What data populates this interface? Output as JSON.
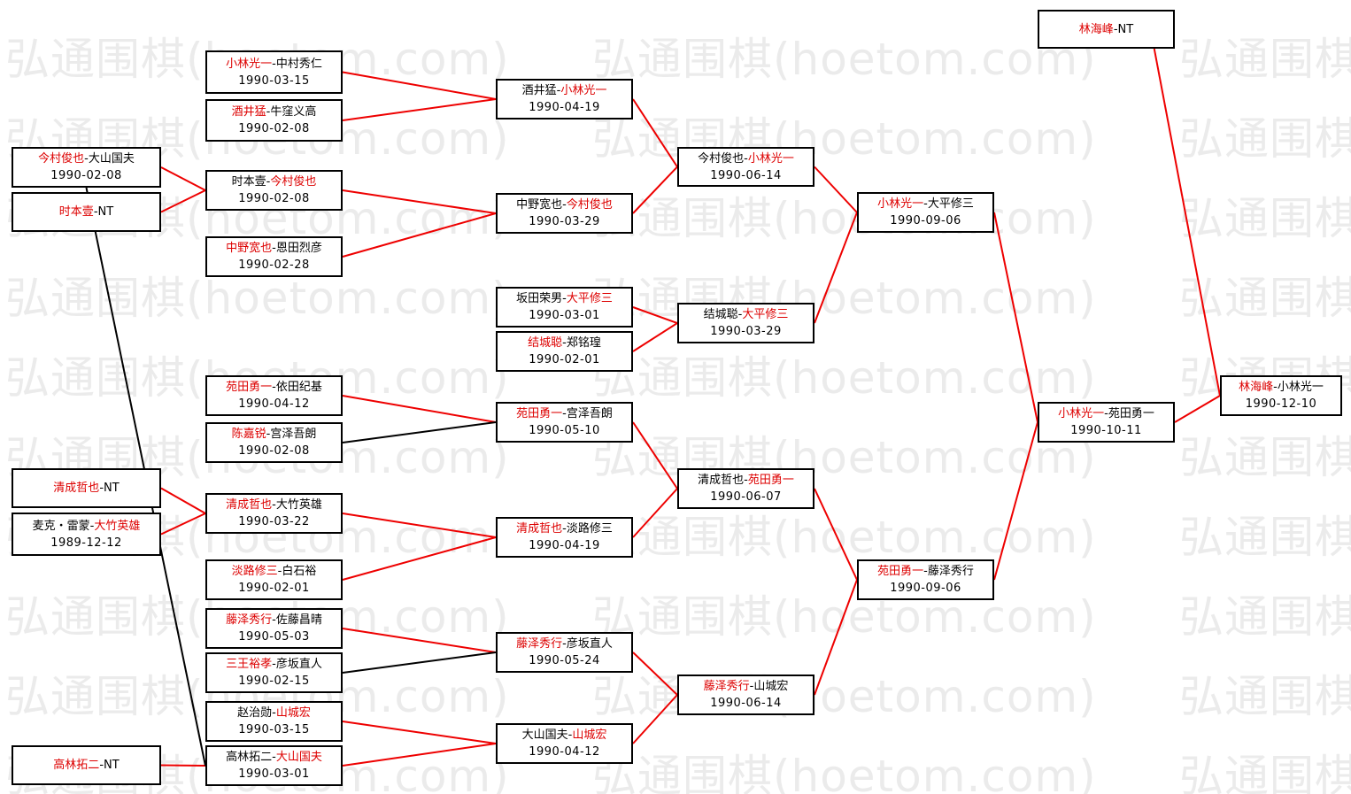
{
  "watermark": {
    "text": "弘通围棋(hoetom.com)"
  },
  "separator": "-",
  "colors": {
    "winner_text": "#dd0000",
    "winner_line": "#ee0000",
    "loser_line": "#000000",
    "box_border": "#000000",
    "text": "#000000",
    "watermark": "#ebebeb",
    "background": "#ffffff"
  },
  "matches": {
    "b1": {
      "p1": "今村俊也",
      "p2": "大山国夫",
      "date": "1990-02-08",
      "p1_color": "red",
      "p2_color": "black"
    },
    "b2": {
      "p1": "时本壹",
      "p2": "NT",
      "p1_color": "red",
      "p2_color": "black"
    },
    "b3": {
      "p1": "清成哲也",
      "p2": "NT",
      "p1_color": "red",
      "p2_color": "black"
    },
    "b4": {
      "p1": "麦克・雷蒙",
      "p2": "大竹英雄",
      "date": "1989-12-12",
      "p1_color": "black",
      "p2_color": "red"
    },
    "b5": {
      "p1": "高林拓二",
      "p2": "NT",
      "p1_color": "red",
      "p2_color": "black"
    },
    "c1": {
      "p1": "小林光一",
      "p2": "中村秀仁",
      "date": "1990-03-15",
      "p1_color": "red",
      "p2_color": "black"
    },
    "c2": {
      "p1": "酒井猛",
      "p2": "牛窪义高",
      "date": "1990-02-08",
      "p1_color": "red",
      "p2_color": "black"
    },
    "c3": {
      "p1": "时本壹",
      "p2": "今村俊也",
      "date": "1990-02-08",
      "p1_color": "black",
      "p2_color": "red"
    },
    "c4": {
      "p1": "中野宽也",
      "p2": "恩田烈彦",
      "date": "1990-02-28",
      "p1_color": "red",
      "p2_color": "black"
    },
    "c5": {
      "p1": "苑田勇一",
      "p2": "依田纪基",
      "date": "1990-04-12",
      "p1_color": "red",
      "p2_color": "black"
    },
    "c6": {
      "p1": "陈嘉锐",
      "p2": "宫泽吾朗",
      "date": "1990-02-08",
      "p1_color": "red",
      "p2_color": "black"
    },
    "c7": {
      "p1": "清成哲也",
      "p2": "大竹英雄",
      "date": "1990-03-22",
      "p1_color": "red",
      "p2_color": "black"
    },
    "c8": {
      "p1": "淡路修三",
      "p2": "白石裕",
      "date": "1990-02-01",
      "p1_color": "red",
      "p2_color": "black"
    },
    "c9": {
      "p1": "藤泽秀行",
      "p2": "佐藤昌晴",
      "date": "1990-05-03",
      "p1_color": "red",
      "p2_color": "black"
    },
    "c10": {
      "p1": "三王裕孝",
      "p2": "彦坂直人",
      "date": "1990-02-15",
      "p1_color": "red",
      "p2_color": "black"
    },
    "c11": {
      "p1": "赵治勋",
      "p2": "山城宏",
      "date": "1990-03-15",
      "p1_color": "black",
      "p2_color": "red"
    },
    "c12": {
      "p1": "高林拓二",
      "p2": "大山国夫",
      "date": "1990-03-01",
      "p1_color": "black",
      "p2_color": "red"
    },
    "d1": {
      "p1": "酒井猛",
      "p2": "小林光一",
      "date": "1990-04-19",
      "p1_color": "black",
      "p2_color": "red"
    },
    "d2": {
      "p1": "中野宽也",
      "p2": "今村俊也",
      "date": "1990-03-29",
      "p1_color": "black",
      "p2_color": "red"
    },
    "d3": {
      "p1": "坂田荣男",
      "p2": "大平修三",
      "date": "1990-03-01",
      "p1_color": "black",
      "p2_color": "red"
    },
    "d4": {
      "p1": "结城聪",
      "p2": "郑铭瑝",
      "date": "1990-02-01",
      "p1_color": "red",
      "p2_color": "black"
    },
    "d5": {
      "p1": "苑田勇一",
      "p2": "宫泽吾朗",
      "date": "1990-05-10",
      "p1_color": "red",
      "p2_color": "black"
    },
    "d6": {
      "p1": "清成哲也",
      "p2": "淡路修三",
      "date": "1990-04-19",
      "p1_color": "red",
      "p2_color": "black"
    },
    "d7": {
      "p1": "藤泽秀行",
      "p2": "彦坂直人",
      "date": "1990-05-24",
      "p1_color": "red",
      "p2_color": "black"
    },
    "d8": {
      "p1": "大山国夫",
      "p2": "山城宏",
      "date": "1990-04-12",
      "p1_color": "black",
      "p2_color": "red"
    },
    "e1": {
      "p1": "今村俊也",
      "p2": "小林光一",
      "date": "1990-06-14",
      "p1_color": "black",
      "p2_color": "red"
    },
    "e2": {
      "p1": "结城聪",
      "p2": "大平修三",
      "date": "1990-03-29",
      "p1_color": "black",
      "p2_color": "red"
    },
    "e3": {
      "p1": "清成哲也",
      "p2": "苑田勇一",
      "date": "1990-06-07",
      "p1_color": "black",
      "p2_color": "red"
    },
    "e4": {
      "p1": "藤泽秀行",
      "p2": "山城宏",
      "date": "1990-06-14",
      "p1_color": "red",
      "p2_color": "black"
    },
    "f1": {
      "p1": "小林光一",
      "p2": "大平修三",
      "date": "1990-09-06",
      "p1_color": "red",
      "p2_color": "black"
    },
    "f2": {
      "p1": "苑田勇一",
      "p2": "藤泽秀行",
      "date": "1990-09-06",
      "p1_color": "red",
      "p2_color": "black"
    },
    "g1": {
      "p1": "林海峰",
      "p2": "NT",
      "p1_color": "red",
      "p2_color": "black"
    },
    "g2": {
      "p1": "小林光一",
      "p2": "苑田勇一",
      "date": "1990-10-11",
      "p1_color": "red",
      "p2_color": "black"
    },
    "h1": {
      "p1": "林海峰",
      "p2": "小林光一",
      "date": "1990-12-10",
      "p1_color": "red",
      "p2_color": "black"
    }
  },
  "connections": [
    {
      "from": "c1",
      "to": "d1",
      "color": "red"
    },
    {
      "from": "c2",
      "to": "d1",
      "color": "red"
    },
    {
      "from": "b1",
      "to": "c3",
      "color": "red"
    },
    {
      "from": "b2",
      "to": "c3",
      "color": "red"
    },
    {
      "from": "c3",
      "to": "d2",
      "color": "red"
    },
    {
      "from": "c4",
      "to": "d2",
      "color": "red"
    },
    {
      "from": "d1",
      "to": "e1",
      "color": "red"
    },
    {
      "from": "d2",
      "to": "e1",
      "color": "red"
    },
    {
      "from": "d3",
      "to": "e2",
      "color": "red"
    },
    {
      "from": "d4",
      "to": "e2",
      "color": "red"
    },
    {
      "from": "e1",
      "to": "f1",
      "color": "red"
    },
    {
      "from": "e2",
      "to": "f1",
      "color": "red"
    },
    {
      "from": "c5",
      "to": "d5",
      "color": "red"
    },
    {
      "from": "c6",
      "to": "d5",
      "color": "black"
    },
    {
      "from": "b3",
      "to": "c7",
      "color": "red"
    },
    {
      "from": "b4",
      "to": "c7",
      "color": "red"
    },
    {
      "from": "c7",
      "to": "d6",
      "color": "red"
    },
    {
      "from": "c8",
      "to": "d6",
      "color": "red"
    },
    {
      "from": "d5",
      "to": "e3",
      "color": "red"
    },
    {
      "from": "d6",
      "to": "e3",
      "color": "red"
    },
    {
      "from": "c9",
      "to": "d7",
      "color": "red"
    },
    {
      "from": "c10",
      "to": "d7",
      "color": "black"
    },
    {
      "from": "c11",
      "to": "d8",
      "color": "red"
    },
    {
      "from": "c12",
      "to": "d8",
      "color": "red"
    },
    {
      "from": "b5",
      "to": "c12",
      "color": "red"
    },
    {
      "from": "b1",
      "to": "c12",
      "color": "black"
    },
    {
      "from": "d7",
      "to": "e4",
      "color": "red"
    },
    {
      "from": "d8",
      "to": "e4",
      "color": "red"
    },
    {
      "from": "e3",
      "to": "f2",
      "color": "red"
    },
    {
      "from": "e4",
      "to": "f2",
      "color": "red"
    },
    {
      "from": "f1",
      "to": "g2",
      "color": "red"
    },
    {
      "from": "f2",
      "to": "g2",
      "color": "red"
    },
    {
      "from": "g2",
      "to": "h1",
      "color": "red"
    },
    {
      "from": "g1",
      "to": "h1",
      "color": "red"
    }
  ]
}
